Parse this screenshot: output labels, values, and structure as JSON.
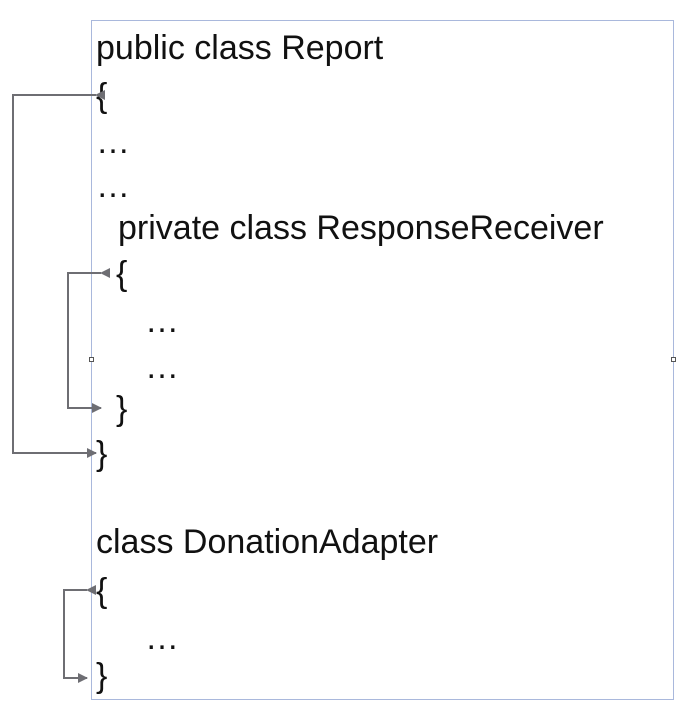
{
  "code_lines": [
    "public class Report",
    "{",
    "…",
    "…",
    "private class ResponseReceiver",
    "{",
    "…",
    "…",
    "}",
    "}",
    "class DonationAdapter",
    "{",
    "…",
    "}"
  ],
  "colors": {
    "text": "#111111",
    "frame_border": "#a9b8dc",
    "connector": "#6e6e73"
  }
}
